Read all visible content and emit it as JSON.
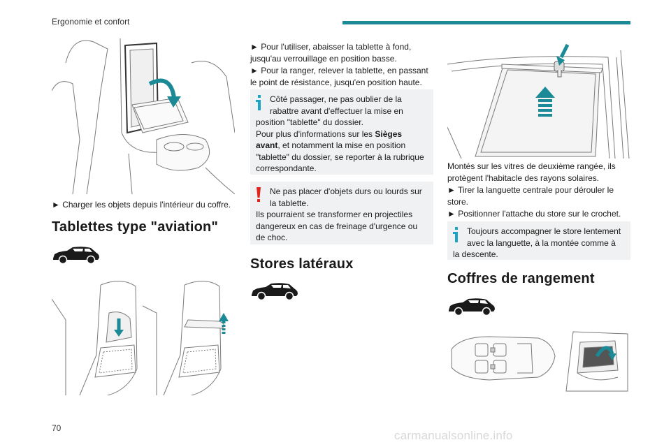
{
  "header": {
    "section": "Ergonomie et confort"
  },
  "page_number": "70",
  "watermark": "carmanualsonline.info",
  "colors": {
    "accent": "#1b8a96",
    "info": "#1aa5c8",
    "warning": "#e2231a",
    "note_bg": "#f0f1f2"
  },
  "col1": {
    "step_load": "► Charger les objets depuis l'intérieur du coffre.",
    "h_aviation": "Tablettes type \"aviation\""
  },
  "col2": {
    "step_use_1": "► Pour l'utiliser, abaisser la tablette à fond,",
    "step_use_2": "jusqu'au verrouillage en position basse.",
    "step_store_1": "► Pour la ranger, relever la tablette, en passant",
    "step_store_2": "le point de résistance, jusqu'en position haute.",
    "info": {
      "l1": "Côté passager, ne pas oublier de la",
      "l2": "rabattre avant d'effectuer la mise en",
      "l3": "position \"tablette\" du dossier.",
      "l4": "Pour plus d'informations sur les",
      "l4b": "Sièges",
      "l5b": "avant",
      "l5": ", et notamment la mise en position",
      "l6": "\"tablette\" du dossier, se reporter à la rubrique",
      "l7": "correspondante."
    },
    "warning": {
      "l1": "Ne pas placer d'objets durs ou lourds sur",
      "l2": "la tablette.",
      "l3": "Ils pourraient se transformer en projectiles",
      "l4": "dangereux en cas de freinage d'urgence ou",
      "l5": "de choc."
    },
    "h_stores": "Stores latéraux"
  },
  "col3": {
    "p1": "Montés sur les vitres de deuxième rangée, ils",
    "p2": "protègent l'habitacle des rayons solaires.",
    "p3": "► Tirer la languette centrale pour dérouler le",
    "p4": "store.",
    "p5": "► Positionner l'attache du store sur le crochet.",
    "info": {
      "l1": "Toujours accompagner le store lentement",
      "l2": "avec la languette, à la montée comme à",
      "l3": "la descente."
    },
    "h_coffres": "Coffres de rangement"
  }
}
